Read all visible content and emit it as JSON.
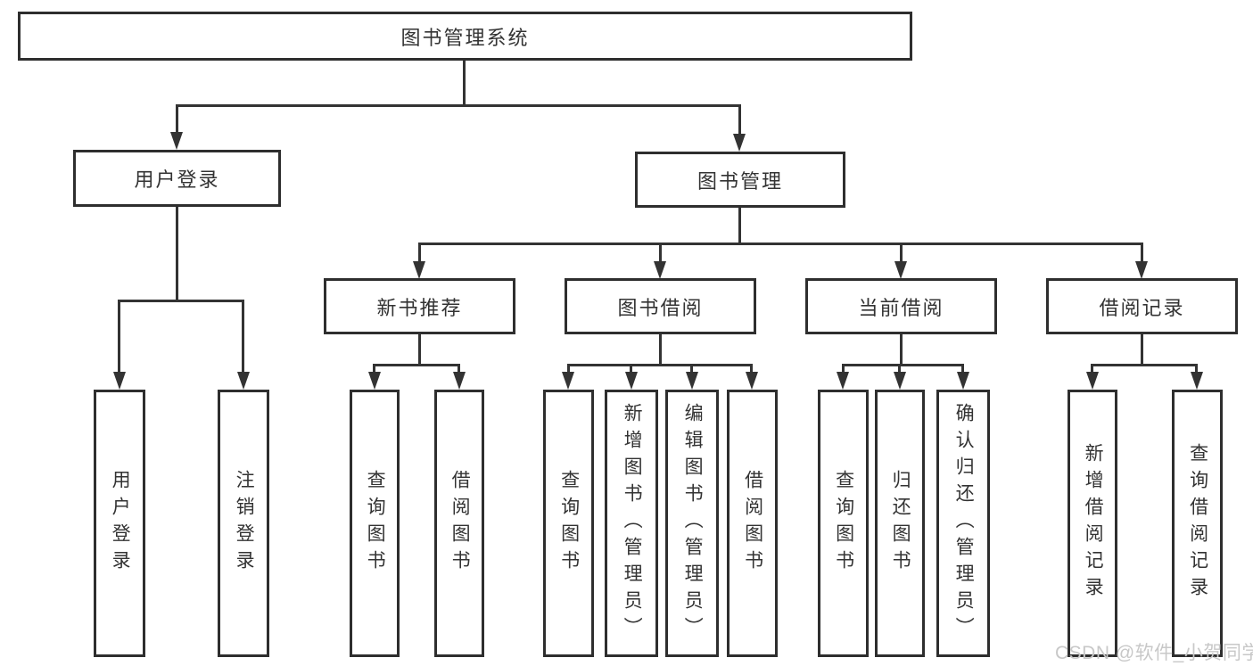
{
  "tree": {
    "root": "图书管理系统",
    "branches": [
      {
        "label": "用户登录",
        "children": [
          "用户登录",
          "注销登录"
        ]
      },
      {
        "label": "图书管理",
        "sections": [
          {
            "label": "新书推荐",
            "children": [
              "查询图书",
              "借阅图书"
            ]
          },
          {
            "label": "图书借阅",
            "children": [
              "查询图书",
              "新增图书（管理员）",
              "编辑图书（管理员）",
              "借阅图书"
            ]
          },
          {
            "label": "当前借阅",
            "children": [
              "查询图书",
              "归还图书",
              "确认归还（管理员）"
            ]
          },
          {
            "label": "借阅记录",
            "children": [
              "新增借阅记录",
              "查询借阅记录"
            ]
          }
        ]
      }
    ]
  },
  "watermark": {
    "text": "CSDN @软件_小贺同学"
  },
  "colors": {
    "line": "#333333",
    "box_border": "#2e2e2e",
    "text": "#333333",
    "watermark": "#c8c8c8",
    "background": "#ffffff"
  }
}
